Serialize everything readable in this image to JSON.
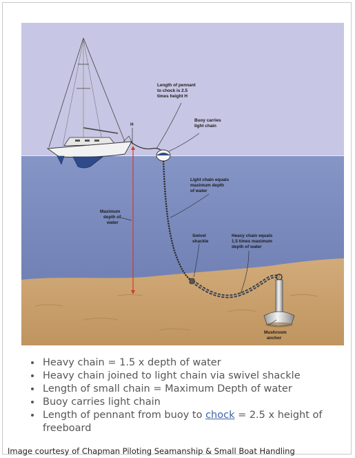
{
  "diagram": {
    "labels": {
      "h_marker": "H",
      "pennant": [
        "Length of pennant",
        "to chock is 2.5",
        "times height H"
      ],
      "buoy": [
        "Buoy carries",
        "light chain"
      ],
      "light_chain": [
        "Light chain equals",
        "maximum depth",
        "of water"
      ],
      "max_depth": [
        "Maximum",
        "depth of",
        "water"
      ],
      "swivel": [
        "Swivel",
        "shackle"
      ],
      "heavy_chain": [
        "Heavy chain equals",
        "1.5 times maximum",
        "depth of water"
      ],
      "anchor": [
        "Mushroom",
        "anchor"
      ]
    },
    "colors": {
      "sky": "#c7c6e4",
      "water": "#7f8fbf",
      "seabed": "#c9a06e",
      "hull": "#f2f2f2",
      "keel": "#2f4a8a",
      "depth_line": "#d23a2f"
    }
  },
  "notes": {
    "items": [
      {
        "text": "Heavy chain = 1.5 x depth of water"
      },
      {
        "text": "Heavy chain joined to light chain via swivel shackle"
      },
      {
        "text": "Length of small chain = Maximum Depth of water"
      },
      {
        "text": "Buoy carries light chain"
      },
      {
        "before": "Length of pennant from buoy to ",
        "link": "chock",
        "after": " = 2.5 x height of freeboard"
      }
    ]
  },
  "credit": "Image courtesy of Chapman Piloting Seamanship & Small Boat Handling"
}
